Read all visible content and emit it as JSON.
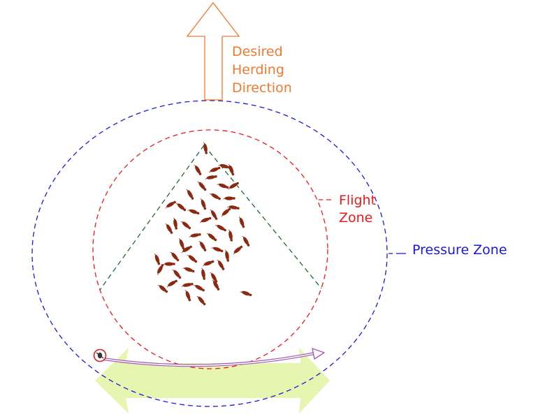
{
  "labels": {
    "direction_line1": "Desired",
    "direction_line2": "Herding",
    "direction_line3": "Direction",
    "flight_line1": "Flight",
    "flight_line2": "Zone",
    "pressure": "Pressure Zone"
  },
  "colors": {
    "direction": "#f07a30",
    "flight": "#e81c1c",
    "pressure": "#1a1ad6",
    "balance_lines": "#1f6b2e",
    "animal": "#8b2a12",
    "handler_path": "#a35bb8",
    "movement_arrow": "#e6f5b0",
    "handler": "#cc2222"
  },
  "icons": {
    "direction_arrow": "arrow-up-outline-icon",
    "handler": "handler-icon",
    "handler_path": "curved-arrow-icon",
    "movement": "double-arrow-icon",
    "animal": "cattle-icon"
  }
}
